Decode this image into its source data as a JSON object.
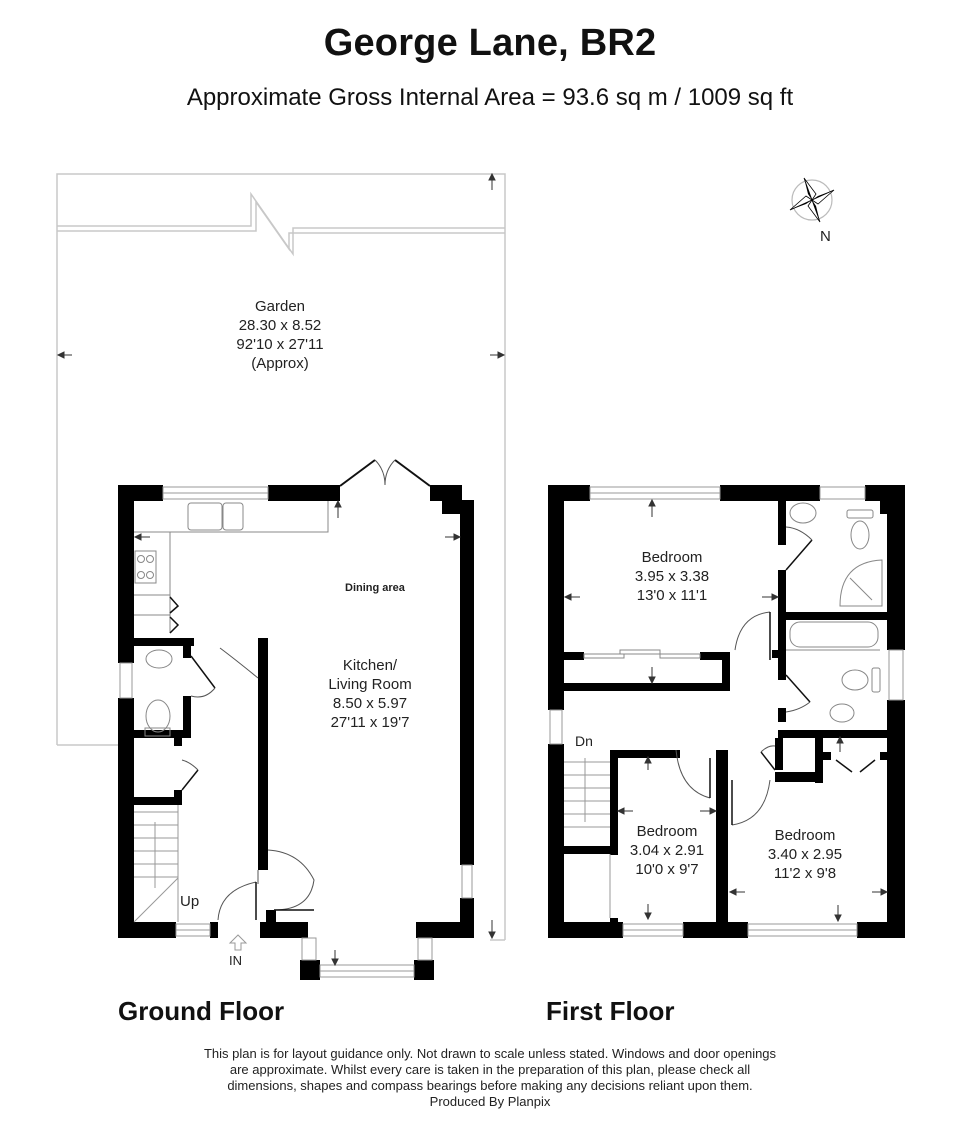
{
  "header": {
    "title": "George Lane, BR2",
    "area": "Approximate Gross Internal Area = 93.6 sq m / 1009 sq ft"
  },
  "compass": {
    "label": "N"
  },
  "ground_floor": {
    "label": "Ground Floor",
    "garden": {
      "name": "Garden",
      "metric": "28.30 x 8.52",
      "imperial": "92'10 x 27'11",
      "note": "(Approx)"
    },
    "dining": {
      "name": "Dining area"
    },
    "kitchen_living": {
      "name_line1": "Kitchen/",
      "name_line2": "Living Room",
      "metric": "8.50 x 5.97",
      "imperial": "27'11 x 19'7"
    },
    "stairs_label": "Up",
    "entrance_label": "IN"
  },
  "first_floor": {
    "label": "First Floor",
    "stairs_label": "Dn",
    "rooms": [
      {
        "name": "Bedroom",
        "metric": "3.95 x 3.38",
        "imperial": "13'0 x 11'1"
      },
      {
        "name": "Bedroom",
        "metric": "3.04 x 2.91",
        "imperial": "10'0 x 9'7"
      },
      {
        "name": "Bedroom",
        "metric": "3.40 x 2.95",
        "imperial": "11'2 x 9'8"
      }
    ]
  },
  "footer": {
    "line1": "This plan is for layout guidance only. Not drawn to scale unless stated. Windows and door openings",
    "line2": "are approximate. Whilst every care is taken in the preparation of this plan, please check all",
    "line3": "dimensions, shapes and compass bearings before making any decisions reliant upon them.",
    "line4": "Produced By Planpix"
  }
}
